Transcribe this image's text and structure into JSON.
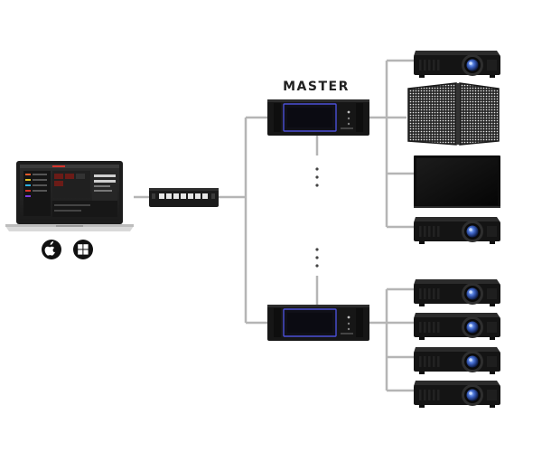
{
  "diagram": {
    "title_label": "MASTER",
    "platform_icons": [
      "apple-logo-icon",
      "windows-logo-icon"
    ],
    "colors": {
      "background": "#ffffff",
      "cable": "#b5b5b5",
      "device_body": "#1a1a1a",
      "device_accent": "#4a4fd6",
      "lens_ring": "#3a3a3a",
      "lens_glass": "#4a77c8"
    },
    "nodes": [
      "laptop-control-software",
      "network-switch",
      "master-media-server",
      "slave-media-server",
      "projector",
      "led-wall-panel",
      "led-wall-panel",
      "flat-display",
      "projector",
      "projector",
      "projector",
      "projector",
      "projector"
    ]
  }
}
